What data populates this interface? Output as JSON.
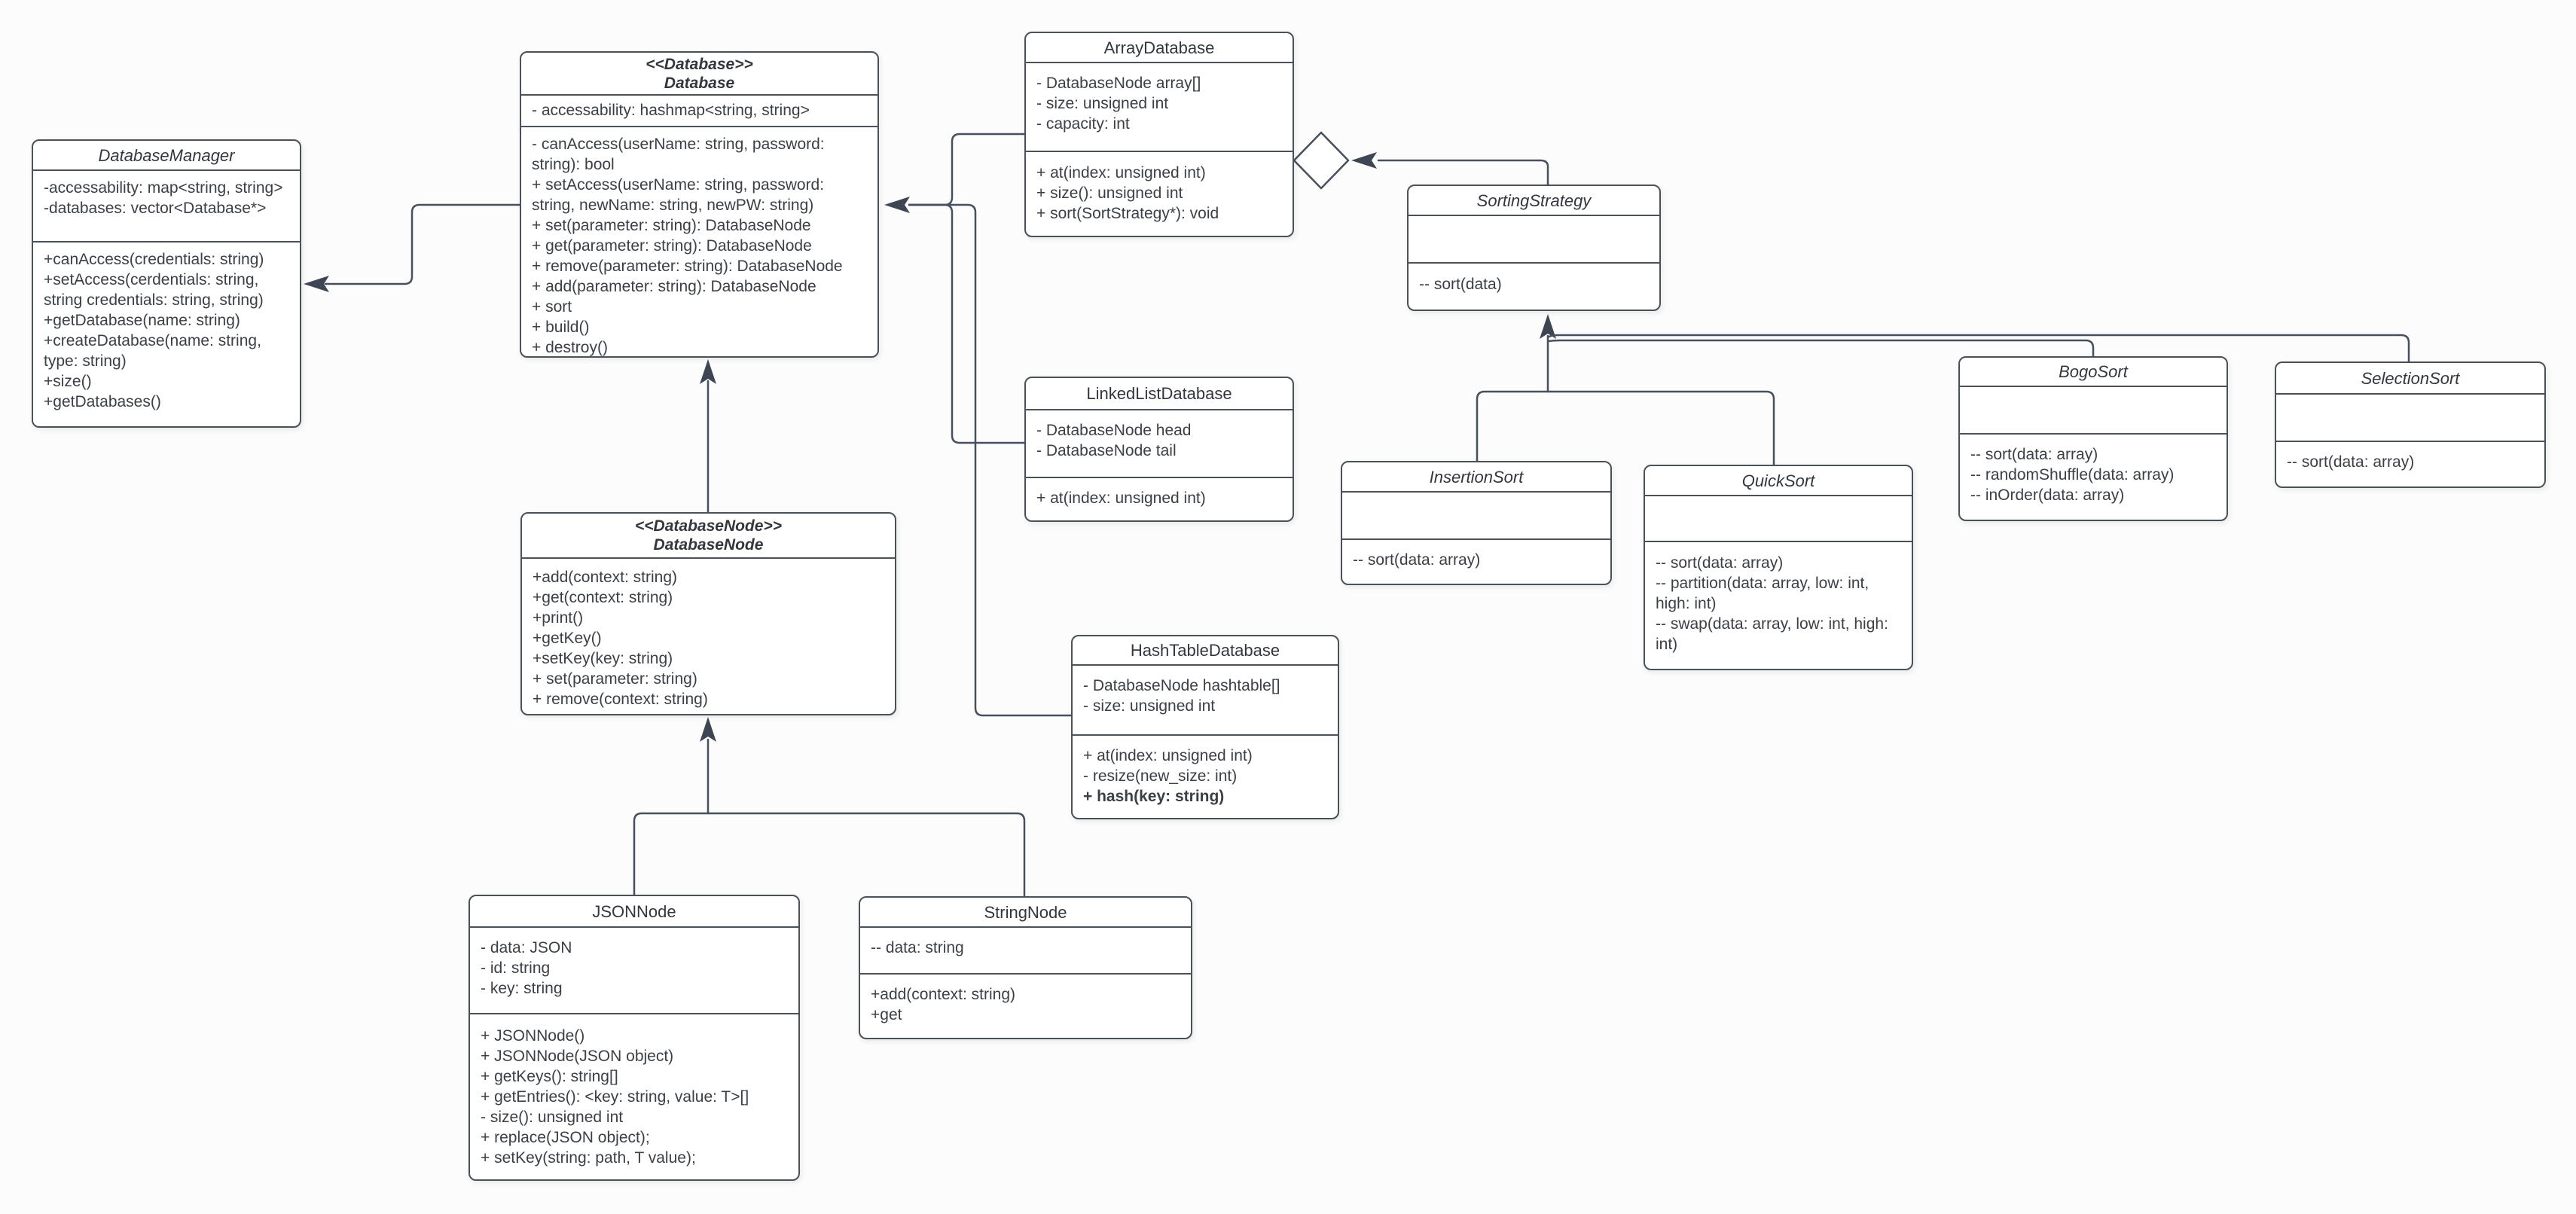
{
  "diagram": {
    "kind": "uml-class-diagram",
    "colors": {
      "canvas": "#fcfcfc",
      "node_fill": "#ffffff",
      "line": "#47505c",
      "text": "#3b4046"
    }
  },
  "classes": {
    "database_manager": {
      "title": "DatabaseManager",
      "attributes": [
        "-accessability: map<string, string>",
        "-databases: vector<Database*>"
      ],
      "methods": [
        "+canAccess(credentials: string)",
        "+setAccess(cerdentials: string, string credentials: string, string)",
        "+getDatabase(name: string)",
        "+createDatabase(name: string, type: string)",
        "+size()",
        "+getDatabases()"
      ]
    },
    "database": {
      "stereotype": "<<Database>>",
      "title": "Database",
      "attributes": [
        "- accessability: hashmap<string, string>"
      ],
      "methods": [
        "- canAccess(userName: string, password: string): bool",
        "+ setAccess(userName: string, password: string, newName: string, newPW: string)",
        "+ set(parameter: string): DatabaseNode",
        "+ get(parameter: string): DatabaseNode",
        "+ remove(parameter: string): DatabaseNode",
        "+ add(parameter: string): DatabaseNode",
        "+ sort",
        "+ build()",
        "+ destroy()"
      ]
    },
    "array_database": {
      "title": "ArrayDatabase",
      "attributes": [
        "- DatabaseNode array[]",
        "- size: unsigned int",
        "- capacity: int"
      ],
      "methods": [
        "+ at(index: unsigned int)",
        "+ size(): unsigned int",
        "+ sort(SortStrategy*): void"
      ]
    },
    "sorting_strategy": {
      "title": "SortingStrategy",
      "attributes": [],
      "methods": [
        "-- sort(data)"
      ]
    },
    "linked_list_database": {
      "title": "LinkedListDatabase",
      "attributes": [
        "- DatabaseNode head",
        "- DatabaseNode tail"
      ],
      "methods": [
        "+ at(index: unsigned int)"
      ]
    },
    "insertion_sort": {
      "title": "InsertionSort",
      "attributes": [],
      "methods": [
        "-- sort(data: array)"
      ]
    },
    "quick_sort": {
      "title": "QuickSort",
      "attributes": [],
      "methods": [
        "-- sort(data: array)",
        "-- partition(data: array, low: int, high: int)",
        "-- swap(data: array, low: int, high: int)"
      ]
    },
    "bogo_sort": {
      "title": "BogoSort",
      "attributes": [],
      "methods": [
        "-- sort(data: array)",
        "-- randomShuffle(data: array)",
        "-- inOrder(data: array)"
      ]
    },
    "selection_sort": {
      "title": "SelectionSort",
      "attributes": [],
      "methods": [
        "-- sort(data: array)"
      ]
    },
    "hash_table_database": {
      "title": "HashTableDatabase",
      "attributes": [
        "- DatabaseNode hashtable[]",
        "- size: unsigned int"
      ],
      "methods": [
        "+ at(index: unsigned int)",
        "- resize(new_size: int)",
        "+ hash(key: string)"
      ]
    },
    "database_node": {
      "stereotype": "<<DatabaseNode>>",
      "title": "DatabaseNode",
      "attributes": [],
      "methods": [
        "+add(context: string)",
        "+get(context: string)",
        "+print()",
        "+getKey()",
        "+setKey(key: string)",
        "+ set(parameter: string)",
        "+ remove(context: string)"
      ]
    },
    "json_node": {
      "title": "JSONNode",
      "attributes": [
        "- data: JSON",
        "- id: string",
        "- key: string"
      ],
      "methods": [
        "+ JSONNode()",
        "+ JSONNode(JSON object)",
        "+ getKeys(): string[]",
        "+ getEntries(): <key: string, value: T>[]",
        "- size(): unsigned int",
        "+ replace(JSON object);",
        "+ setKey(string: path, T value);"
      ]
    },
    "string_node": {
      "title": "StringNode",
      "attributes": [
        "-- data: string"
      ],
      "methods": [
        "+add(context: string)",
        "+get"
      ]
    }
  },
  "relationships": [
    {
      "from": "Database",
      "to": "DatabaseManager",
      "type": "directed-association"
    },
    {
      "from": "ArrayDatabase",
      "to": "Database",
      "type": "generalization"
    },
    {
      "from": "LinkedListDatabase",
      "to": "Database",
      "type": "generalization"
    },
    {
      "from": "HashTableDatabase",
      "to": "Database",
      "type": "generalization"
    },
    {
      "from": "SortingStrategy",
      "to": "ArrayDatabase",
      "type": "aggregation"
    },
    {
      "from": "InsertionSort",
      "to": "SortingStrategy",
      "type": "generalization"
    },
    {
      "from": "QuickSort",
      "to": "SortingStrategy",
      "type": "generalization"
    },
    {
      "from": "BogoSort",
      "to": "SortingStrategy",
      "type": "generalization"
    },
    {
      "from": "SelectionSort",
      "to": "SortingStrategy",
      "type": "generalization"
    },
    {
      "from": "DatabaseNode",
      "to": "Database",
      "type": "generalization"
    },
    {
      "from": "JSONNode",
      "to": "DatabaseNode",
      "type": "generalization"
    },
    {
      "from": "StringNode",
      "to": "DatabaseNode",
      "type": "generalization"
    }
  ]
}
